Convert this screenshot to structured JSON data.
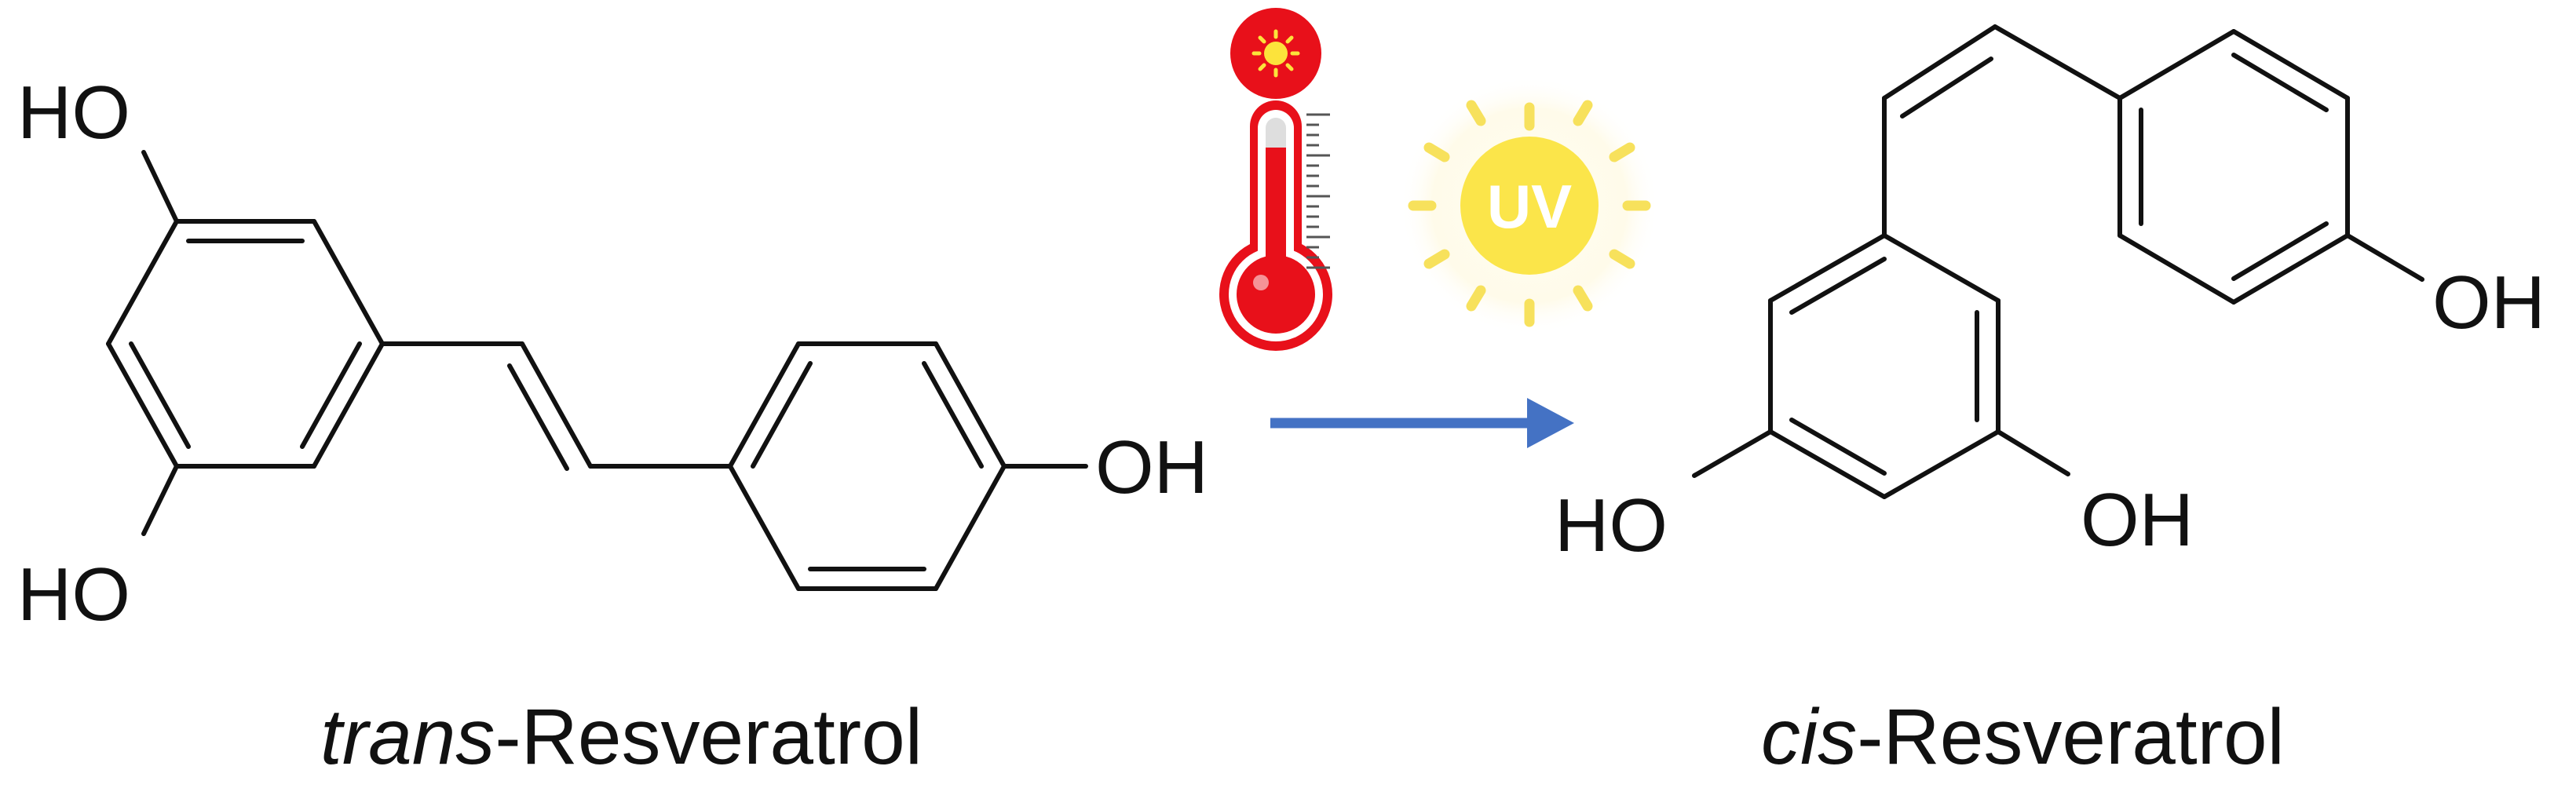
{
  "reactant": {
    "caption_italic": "trans",
    "caption_rest": "-Resveratrol",
    "labels": {
      "ho_top": "HO",
      "ho_bottom": "HO",
      "oh_right": "OH"
    }
  },
  "product": {
    "caption_italic": "cis",
    "caption_rest": "-Resveratrol",
    "labels": {
      "oh_right": "OH",
      "ho_left": "HO",
      "oh_bottom": "OH"
    }
  },
  "conditions": {
    "uv_label": "UV",
    "icons": [
      "thermometer-icon",
      "sun-icon",
      "uv-sun-icon"
    ]
  },
  "colors": {
    "arrow": "#4472C4",
    "thermometer_red": "#E8101A",
    "uv_yellow": "#FBE54A",
    "sun_ray": "#F7E15C",
    "glow": "#FFFBEA"
  }
}
